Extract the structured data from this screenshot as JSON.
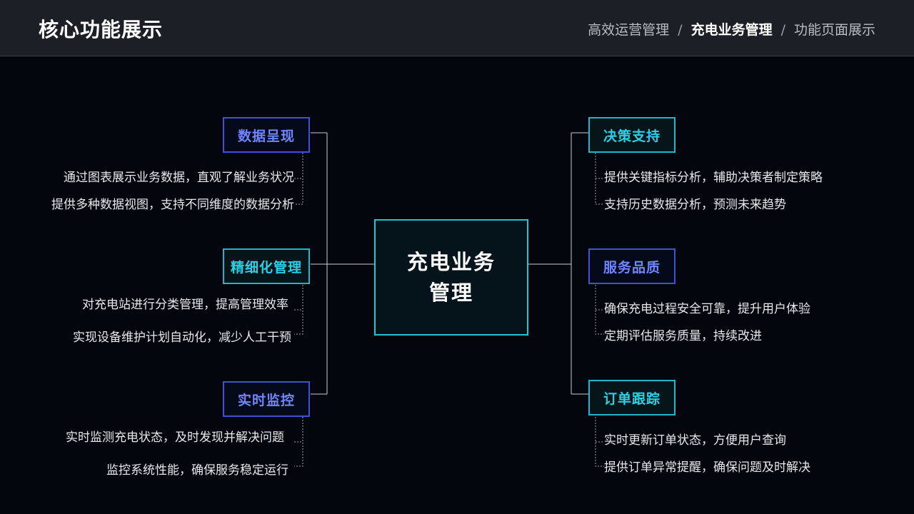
{
  "header": {
    "title": "核心功能展示",
    "breadcrumb": [
      {
        "label": "高效运营管理"
      },
      {
        "label": "充电业务管理"
      },
      {
        "label": "功能页面展示"
      }
    ],
    "separator": "/"
  },
  "center": {
    "label": "充电业务管理"
  },
  "left_nodes": [
    {
      "title": "数据呈现",
      "items": [
        "通过图表展示业务数据，直观了解业务状况",
        "提供多种数据视图，支持不同维度的数据分析"
      ]
    },
    {
      "title": "精细化管理",
      "items": [
        "对充电站进行分类管理，提高管理效率",
        "实现设备维护计划自动化，减少人工干预"
      ]
    },
    {
      "title": "实时监控",
      "items": [
        "实时监测充电状态，及时发现并解决问题",
        "监控系统性能，确保服务稳定运行"
      ]
    }
  ],
  "right_nodes": [
    {
      "title": "决策支持",
      "items": [
        "提供关键指标分析，辅助决策者制定策略",
        "支持历史数据分析，预测未来趋势"
      ]
    },
    {
      "title": "服务品质",
      "items": [
        "确保充电过程安全可靠，提升用户体验",
        "定期评估服务质量，持续改进"
      ]
    },
    {
      "title": "订单跟踪",
      "items": [
        "实时更新订单状态，方便用户查询",
        "提供订单异常提醒，确保问题及时解决"
      ]
    }
  ],
  "colors": {
    "background": "#03070d",
    "header": "#1c1f25",
    "accent_blue": "#3d52d8",
    "accent_cyan": "#22c4d6",
    "connector": "#c8ccd2"
  }
}
